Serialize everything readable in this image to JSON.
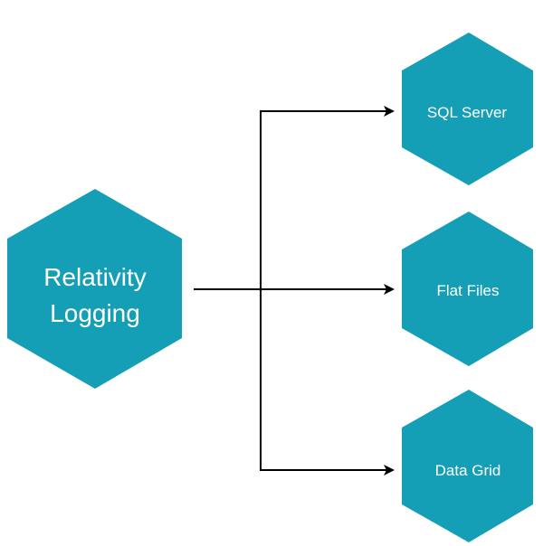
{
  "source": {
    "line1": "Relativity",
    "line2": "Logging"
  },
  "targets": [
    {
      "label": "SQL Server"
    },
    {
      "label": "Flat Files"
    },
    {
      "label": "Data Grid"
    }
  ],
  "colors": {
    "node_fill": "#159fb6",
    "node_text": "#ffffff",
    "connector": "#000000",
    "background": "#ffffff"
  }
}
